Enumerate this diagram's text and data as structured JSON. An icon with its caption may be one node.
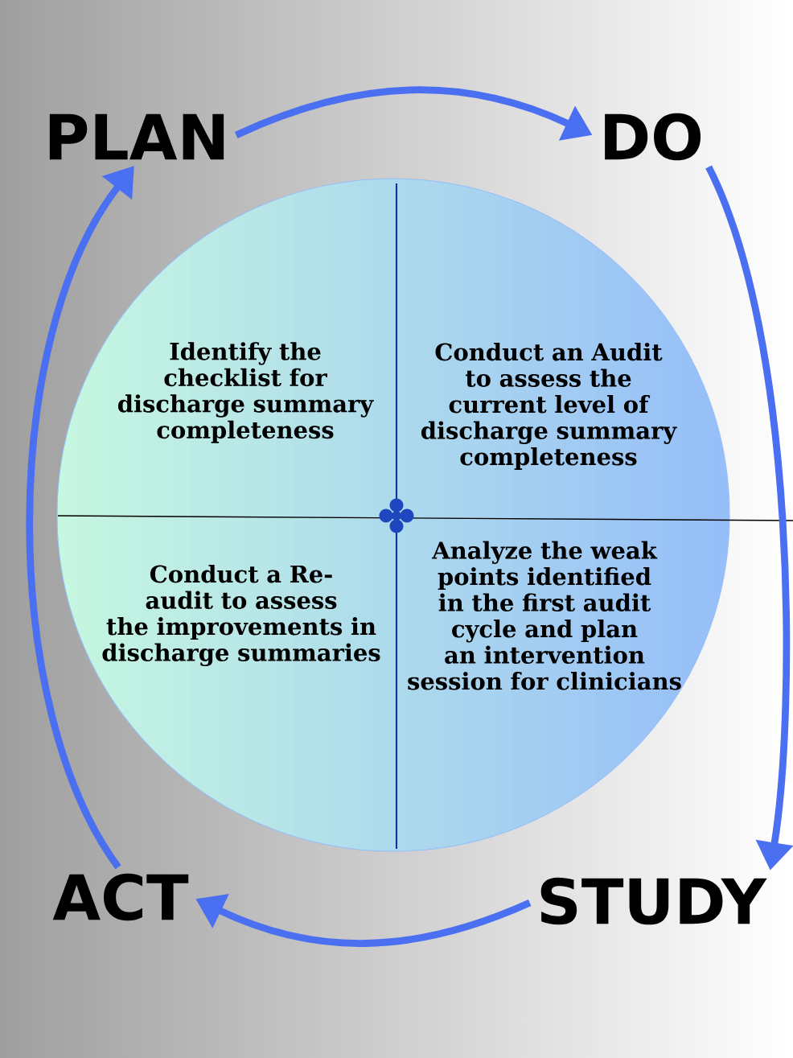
{
  "diagram": {
    "nodes": [
      {
        "text": [
          "PLAN"
        ]
      },
      {
        "text": [
          "DO"
        ]
      },
      {
        "text": [
          "STUDY"
        ]
      },
      {
        "text": [
          "ACT"
        ]
      },
      {
        "text": [],
        "shape": "circle"
      },
      {
        "text": [
          "Identify the checklist for discharge summary completeness"
        ],
        "in": 4
      },
      {
        "text": [
          "Conduct an Audit to assess the current level of discharge summary completeness"
        ],
        "in": 4
      },
      {
        "text": [
          "Conduct a Re-audit to assess the improvements in discharge summaries"
        ],
        "in": 4
      },
      {
        "text": [
          "Analyze the weak points identified in the first audit cycle and plan an intervention session for clinicians"
        ],
        "in": 4
      }
    ],
    "edges": [
      {
        "from": 0,
        "to": 1,
        "arrow": "to"
      },
      {
        "from": 1,
        "to": 2,
        "arrow": "to"
      },
      {
        "from": 2,
        "to": 3,
        "arrow": "to"
      },
      {
        "from": 3,
        "to": 0,
        "arrow": "to"
      }
    ]
  }
}
